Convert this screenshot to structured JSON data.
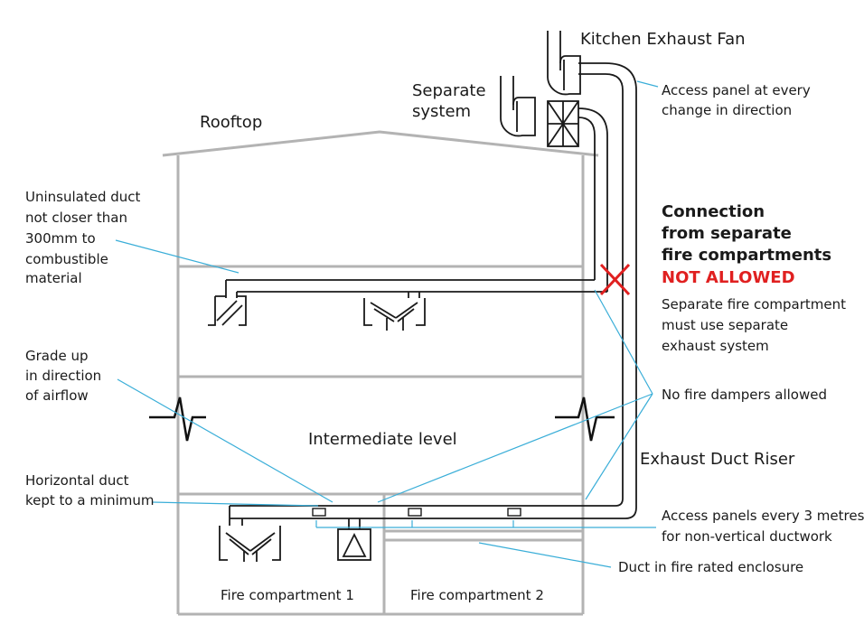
{
  "labels": {
    "kitchen_exhaust_fan": "Kitchen Exhaust Fan",
    "separate_system_1": "Separate",
    "separate_system_2": "system",
    "rooftop": "Rooftop",
    "access_panel_1": "Access panel at every",
    "access_panel_2": "change in direction",
    "uninsulated_1": "Uninsulated duct",
    "uninsulated_2": "not closer than",
    "uninsulated_3": "300mm to",
    "uninsulated_4": "combustible",
    "uninsulated_5": "material",
    "connection_1": "Connection",
    "connection_2": "from separate",
    "connection_3": "fire compartments",
    "not_allowed": "NOT ALLOWED",
    "separate_comp_1": "Separate fire compartment",
    "separate_comp_2": "must use separate",
    "separate_comp_3": "exhaust system",
    "grade_up_1": "Grade up",
    "grade_up_2": "in direction",
    "grade_up_3": "of airflow",
    "no_dampers": "No fire dampers allowed",
    "intermediate_level": "Intermediate level",
    "exhaust_riser": "Exhaust Duct Riser",
    "horizontal_1": "Horizontal duct",
    "horizontal_2": "kept to a minimum",
    "access_panels_3m_1": "Access panels every 3 metres",
    "access_panels_3m_2": "for non-vertical ductwork",
    "duct_enclosure": "Duct in fire rated enclosure",
    "fire_comp_1": "Fire compartment 1",
    "fire_comp_2": "Fire compartment 2"
  },
  "colors": {
    "building": "#b3b3b3",
    "duct": "#1a1a1a",
    "leader": "#3aaed8",
    "prohibited": "#e02020"
  }
}
